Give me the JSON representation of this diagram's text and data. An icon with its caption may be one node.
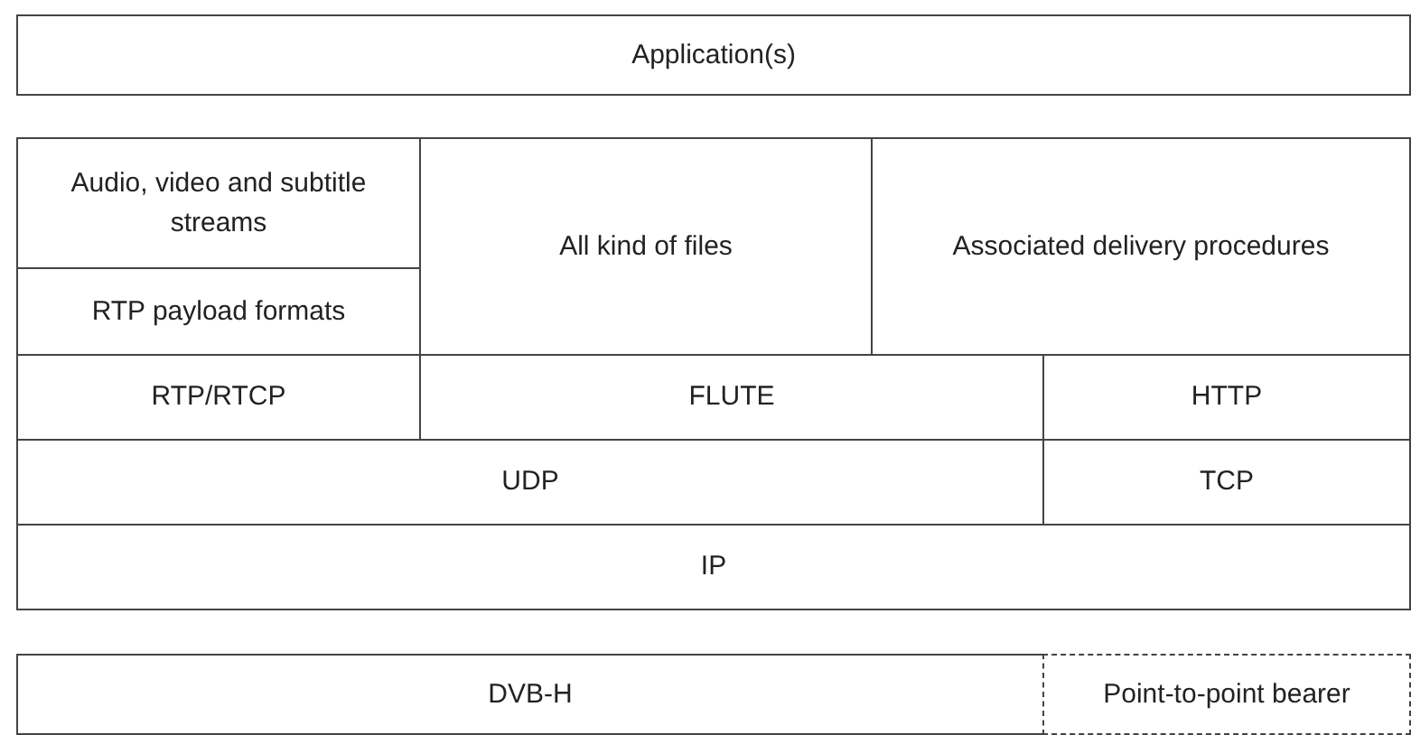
{
  "diagram": {
    "nodes": [
      {
        "text": [
          "Application(s)"
        ]
      },
      {
        "text": [
          "Audio, video and subtitle streams"
        ]
      },
      {
        "text": [
          "RTP payload formats"
        ]
      },
      {
        "text": [
          "All kind of files"
        ]
      },
      {
        "text": [
          "Associated delivery procedures"
        ]
      },
      {
        "text": [
          "RTP/RTCP"
        ]
      },
      {
        "text": [
          "FLUTE"
        ]
      },
      {
        "text": [
          "HTTP"
        ]
      },
      {
        "text": [
          "UDP"
        ]
      },
      {
        "text": [
          "TCP"
        ]
      },
      {
        "text": [
          "IP"
        ]
      },
      {
        "text": [
          "DVB-H"
        ]
      },
      {
        "text": [
          "Point-to-point bearer"
        ]
      }
    ],
    "edges": []
  }
}
